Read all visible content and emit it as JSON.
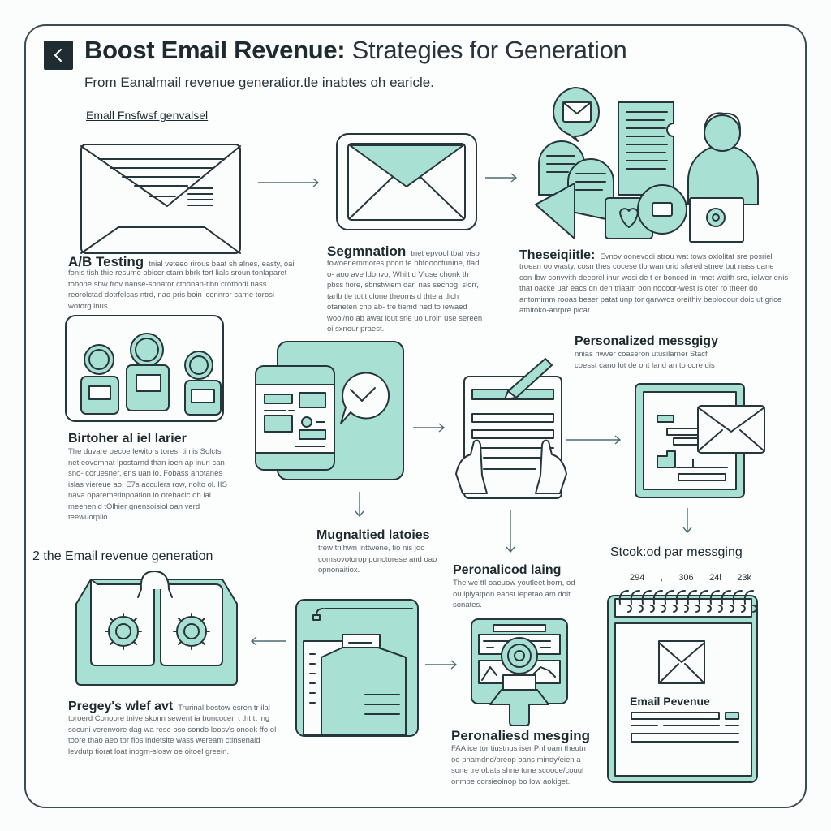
{
  "header": {
    "back_icon": "chevron-left-icon",
    "title_bold": "Boost Email Revenue:",
    "title_light": " Strategies for Generation",
    "subtitle": "From Eanalmail revenue generatior.tle inabtes oh earicle.",
    "tagline": "Emall Fnsfwsf genvalsel"
  },
  "sections": {
    "ab_testing": {
      "title": "A/B Testing",
      "lead": "tnial veteeo rirous baat sh alnes, easty, oail",
      "body": "fonis tish thie resume obicer ctam bbrk tort lials sroun tonlaparet tobone sbw frov nanse-sbnator ctoonan-tibn crotbodi nass reorolctad dotrfelcas ntrd, nao pris boin iconnror carne torosi wotorg inus."
    },
    "segmentation": {
      "title": "Segmnation",
      "lead": "tnet epvool tbat visb",
      "body": "towoenemmores poon te bhtoooctunine, tlad o- aoo ave ldonvo, Whilt d Viuse chonk th pbss fiore, sbnstwiem dar, nas sechog, slorr, tarlb tle totit clone theoms d thte a tlich otaneten chp ab- tre tiemd ned to iewaed wool/no ab awat lout srie uo uroin use sereen oi sxnour praest."
    },
    "these_title": {
      "title": "Theseiqiitle:",
      "lead": "Evnov oonevodi strou wat tows oxlolitat sre posriel",
      "body": "troean oo wasty, cosn thes cocese tlo wan orid sfered stnee but nass dane con-lbw convvith deeorel inur-wosi de t er bonced in rmet woith sre, ielwer enis that oacke uar eacs dn den triaam oon nocoor-west is oter ro theer do antomimm rooas beser patat unp tor qarvwos oreithiv beplooour doic ut grice athitoko-anrpre picat."
    },
    "birtoher": {
      "title": "Birtoher al iel larier",
      "body": "The duvare oecoe lewitors tores, tin is Solcts net eovemnat ipostarnd than ioen ap inun can sno- coruesner, ens uan io. Fobass anotanes islas viereue ao. E7s acculers row, nolto ol. IIS nava oparemetinpoation io orebacic oh lal meenenid tOlhier gnensoisiol oan verd teewuorplio."
    },
    "personalized_messaging_right": {
      "title": "Personalized messgigy",
      "body": "nnias hwver coaseron utusilarner Stacf coesst cano lot de ont land an to core dis"
    },
    "mugnaltied": {
      "title": "Mugnaltied latoies",
      "body": "trew triihwn inttwene, fio nis joo comsovotorop ponctorese and oao opnonaitiox."
    },
    "personalized_laing": {
      "title": "Peronalicod laing",
      "body": "The we ttl oaeuow youtleet born, od ou ipiyatpon eaost lepetao am doit sonates."
    },
    "email_revenue_generation": {
      "title": "2 the Email revenue generation"
    },
    "stcokod": {
      "title": "Stcok:od par messging"
    },
    "pregeys": {
      "title": "Pregey's wlef avt",
      "lead": "Trurinal bostow esren tr ilal",
      "body": "toroerd Conoore tnive skonn sewent ia boncocen t tht tt ing socuni verenvore dag wa rese oso sondo loosv's onoek ffo ol toore thao aeo tbr fios indetsite wass weream ctinsenald levdutp tiorat loat inogm-slosw oe oitoel greein."
    },
    "peronaliesd_mesging": {
      "title": "Peronaliesd mesging",
      "body": "FAA ice tor tiustnus iser Pnl oam theutn oo pnamdnd/breop oans mindy/eien a sone tre obats shne tune scoooe/couul onmbe corsieolnop bo low aokiget."
    },
    "calendar": {
      "numbers": [
        "294",
        ",",
        "306",
        "24l",
        "23k"
      ],
      "card_label": "Email Pevenue"
    }
  },
  "icons": {
    "envelope_open": "envelope-open-icon",
    "envelope_framed": "envelope-framed-icon",
    "team_collage": "team-collage-icon",
    "users_group": "users-group-icon",
    "dashboard_check": "dashboard-check-icon",
    "form_pen": "form-pen-icon",
    "email_doc": "email-document-icon",
    "toolbox_gears": "toolbox-gears-icon",
    "clipboard_docs": "clipboard-documents-icon",
    "analytics_panel": "analytics-panel-icon",
    "calendar_email": "calendar-email-icon"
  },
  "colors": {
    "accent": "#a8e0d4",
    "stroke": "#27363b",
    "arrow": "#4d6b70",
    "text_dark": "#1f2a2e",
    "text_muted": "#5b6367"
  }
}
